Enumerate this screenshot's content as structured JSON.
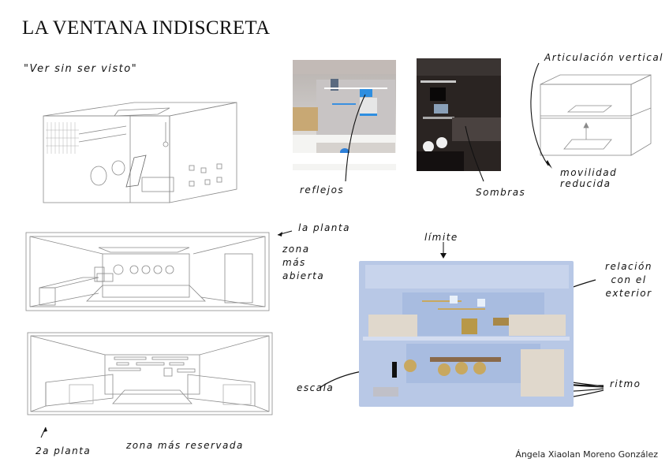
{
  "header": {
    "title": "LA VENTANA INDISCRETA",
    "subtitle": "\"Ver sin ser visto\""
  },
  "top_photos": {
    "photo_1": {
      "alt": "render interior iluminado",
      "caption": "reflejos"
    },
    "photo_2": {
      "alt": "render interior oscuro",
      "caption": "Sombras"
    }
  },
  "articulation_sketch": {
    "label_top": "Articulación vertical",
    "label_bottom": "movilidad reducida"
  },
  "section_sketches": {
    "first_floor": {
      "label": "la planta",
      "note": "zona más abierta"
    },
    "second_floor": {
      "label": "2a planta",
      "note": "zona más reservada"
    }
  },
  "model_photo": {
    "label_top": "límite",
    "label_right": "relación con el exterior",
    "label_left": "escala",
    "label_bottom_right": "ritmo"
  },
  "footer": {
    "author": "Ángela Xiaolan Moreno González"
  },
  "colors": {
    "model_blue": "#b8c8e6",
    "model_wood": "#e0d8c8",
    "gold": "#c8a860",
    "dark_render": "#2a2422",
    "pencil": "#8a8a8a"
  }
}
